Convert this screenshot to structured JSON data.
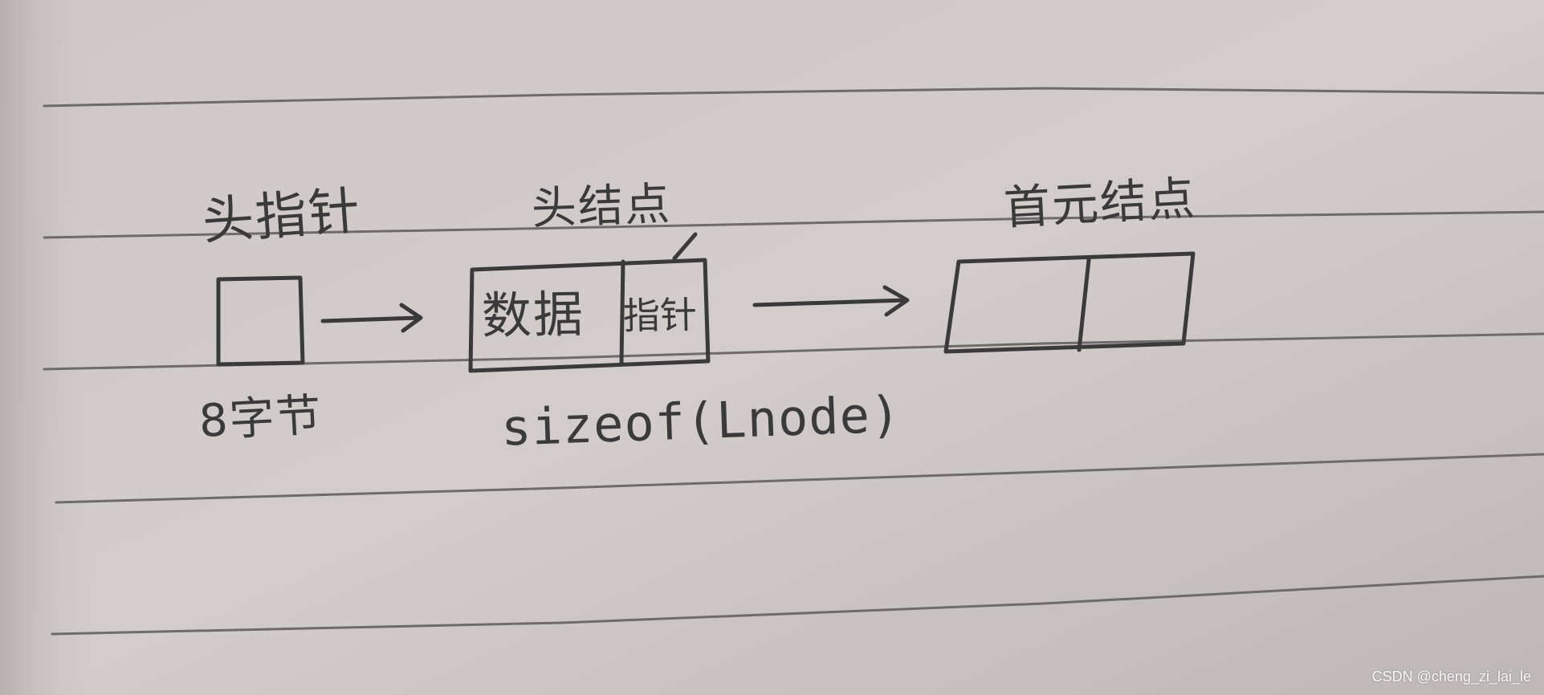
{
  "diagram": {
    "head_pointer_label": "头指针",
    "head_node_label": "头结点",
    "first_node_label": "首元结点",
    "size_label": "8字节",
    "sizeof_label": "sizeof(Lnode)",
    "data_field_label": "数据",
    "pointer_field_label": "指针"
  },
  "watermark": {
    "text": "CSDN @cheng_zi_lai_le"
  },
  "colors": {
    "paper": "#c9c3c2",
    "ink": "#3a3a3a",
    "rule_line": "#6f6b6b"
  }
}
